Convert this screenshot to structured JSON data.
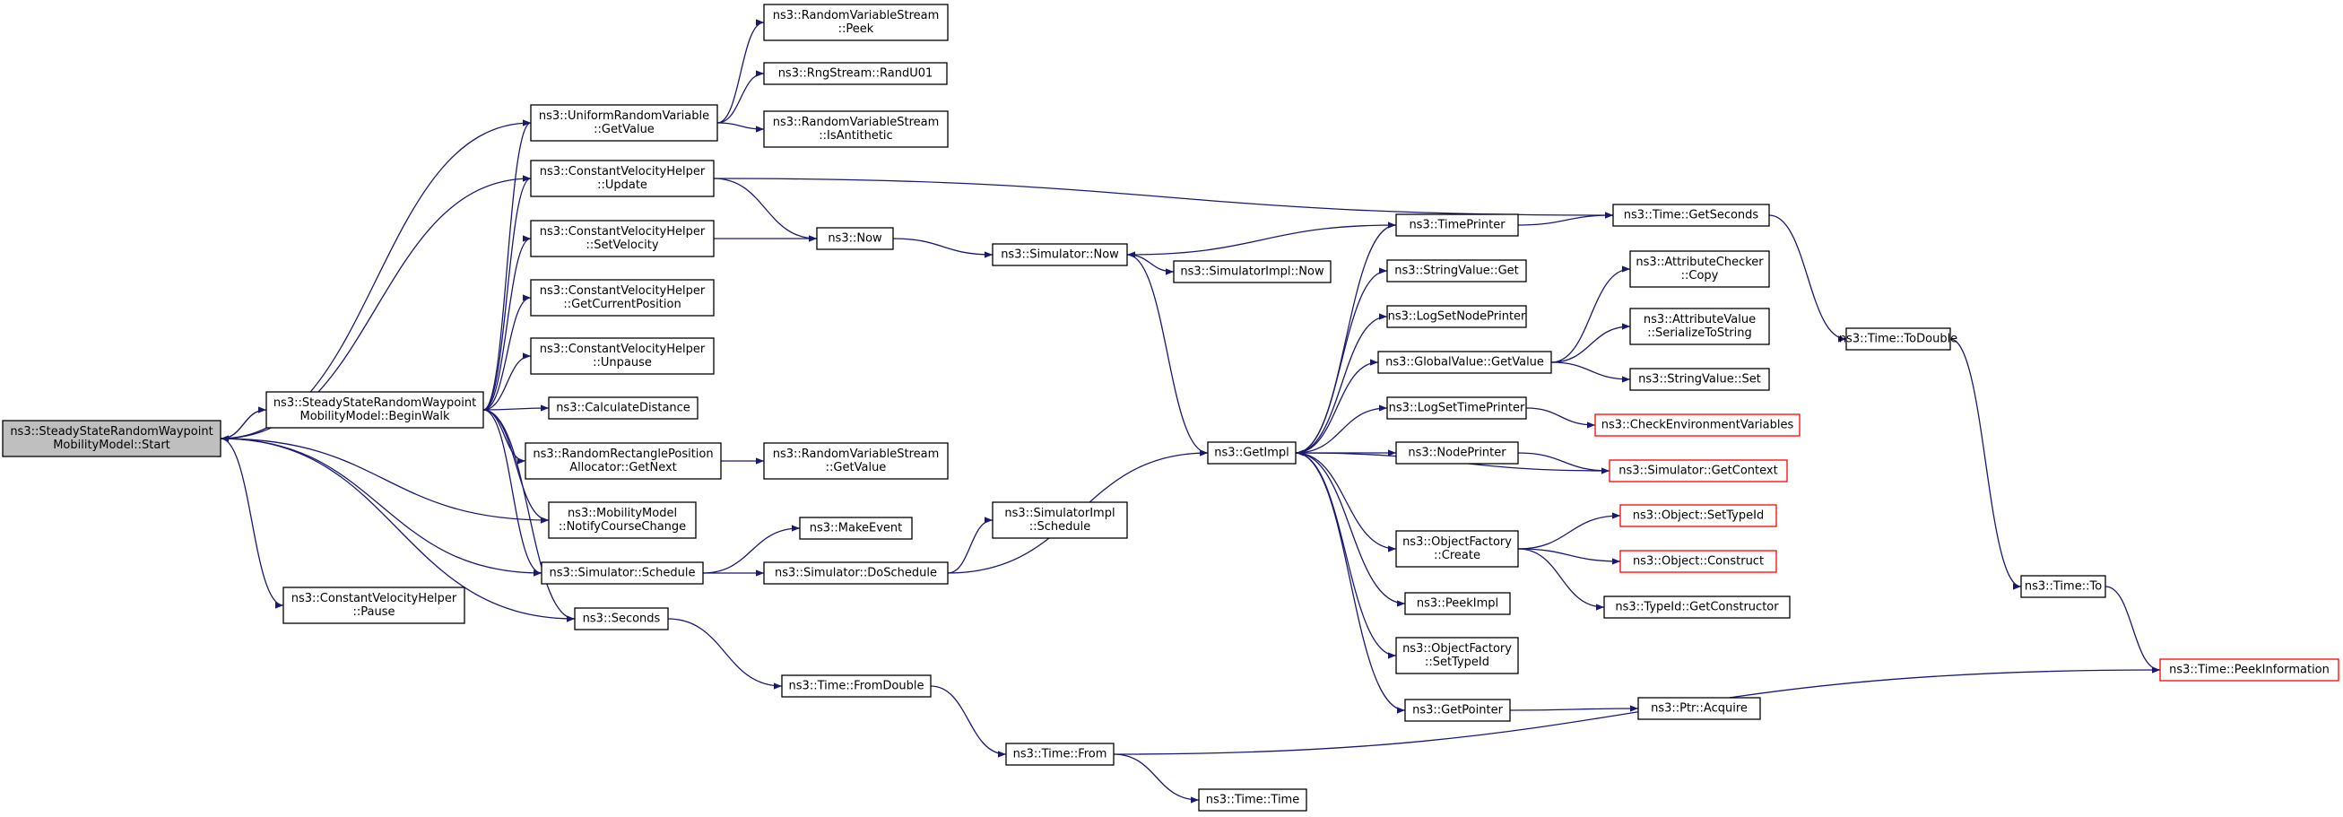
{
  "graph": {
    "edge_color": "#191970",
    "root_fill": "#bfbfbf",
    "external_border_color": "#ff0000",
    "nodes": [
      {
        "id": "start",
        "lines": [
          "ns3::SteadyStateRandomWaypoint",
          "MobilityModel::Start"
        ],
        "style": "root"
      },
      {
        "id": "beginwalk",
        "lines": [
          "ns3::SteadyStateRandomWaypoint",
          "MobilityModel::BeginWalk"
        ],
        "style": "normal"
      },
      {
        "id": "pause",
        "lines": [
          "ns3::ConstantVelocityHelper",
          "::Pause"
        ],
        "style": "normal"
      },
      {
        "id": "urv_getvalue",
        "lines": [
          "ns3::UniformRandomVariable",
          "::GetValue"
        ],
        "style": "normal"
      },
      {
        "id": "cvh_update",
        "lines": [
          "ns3::ConstantVelocityHelper",
          "::Update"
        ],
        "style": "normal"
      },
      {
        "id": "cvh_setvelocity",
        "lines": [
          "ns3::ConstantVelocityHelper",
          "::SetVelocity"
        ],
        "style": "normal"
      },
      {
        "id": "cvh_getcurrentposition",
        "lines": [
          "ns3::ConstantVelocityHelper",
          "::GetCurrentPosition"
        ],
        "style": "normal"
      },
      {
        "id": "cvh_unpause",
        "lines": [
          "ns3::ConstantVelocityHelper",
          "::Unpause"
        ],
        "style": "normal"
      },
      {
        "id": "calcdistance",
        "lines": [
          "ns3::CalculateDistance"
        ],
        "style": "normal"
      },
      {
        "id": "rrpa_getnext",
        "lines": [
          "ns3::RandomRectanglePosition",
          "Allocator::GetNext"
        ],
        "style": "normal"
      },
      {
        "id": "mm_notify",
        "lines": [
          "ns3::MobilityModel",
          "::NotifyCourseChange"
        ],
        "style": "normal"
      },
      {
        "id": "sim_schedule",
        "lines": [
          "ns3::Simulator::Schedule"
        ],
        "style": "normal"
      },
      {
        "id": "seconds",
        "lines": [
          "ns3::Seconds"
        ],
        "style": "normal"
      },
      {
        "id": "rvs_peek",
        "lines": [
          "ns3::RandomVariableStream",
          "::Peek"
        ],
        "style": "normal"
      },
      {
        "id": "rng_randu01",
        "lines": [
          "ns3::RngStream::RandU01"
        ],
        "style": "normal"
      },
      {
        "id": "rvs_isantithetic",
        "lines": [
          "ns3::RandomVariableStream",
          "::IsAntithetic"
        ],
        "style": "normal"
      },
      {
        "id": "now",
        "lines": [
          "ns3::Now"
        ],
        "style": "normal"
      },
      {
        "id": "rvs_getvalue",
        "lines": [
          "ns3::RandomVariableStream",
          "::GetValue"
        ],
        "style": "normal"
      },
      {
        "id": "makeevent",
        "lines": [
          "ns3::MakeEvent"
        ],
        "style": "normal"
      },
      {
        "id": "sim_doschedule",
        "lines": [
          "ns3::Simulator::DoSchedule"
        ],
        "style": "normal"
      },
      {
        "id": "time_fromdouble",
        "lines": [
          "ns3::Time::FromDouble"
        ],
        "style": "normal"
      },
      {
        "id": "sim_now",
        "lines": [
          "ns3::Simulator::Now"
        ],
        "style": "normal"
      },
      {
        "id": "simimpl_schedule",
        "lines": [
          "ns3::SimulatorImpl",
          "::Schedule"
        ],
        "style": "normal"
      },
      {
        "id": "time_from",
        "lines": [
          "ns3::Time::From"
        ],
        "style": "normal"
      },
      {
        "id": "simimpl_now",
        "lines": [
          "ns3::SimulatorImpl::Now"
        ],
        "style": "normal"
      },
      {
        "id": "getimpl",
        "lines": [
          "ns3::GetImpl"
        ],
        "style": "normal"
      },
      {
        "id": "time_time",
        "lines": [
          "ns3::Time::Time"
        ],
        "style": "normal"
      },
      {
        "id": "timeprinter",
        "lines": [
          "ns3::TimePrinter"
        ],
        "style": "normal"
      },
      {
        "id": "stringvalue_get",
        "lines": [
          "ns3::StringValue::Get"
        ],
        "style": "normal"
      },
      {
        "id": "logsetnodeprinter",
        "lines": [
          "ns3::LogSetNodePrinter"
        ],
        "style": "normal"
      },
      {
        "id": "globalvalue_getvalue",
        "lines": [
          "ns3::GlobalValue::GetValue"
        ],
        "style": "normal"
      },
      {
        "id": "logsettimeprinter",
        "lines": [
          "ns3::LogSetTimePrinter"
        ],
        "style": "normal"
      },
      {
        "id": "nodeprinter",
        "lines": [
          "ns3::NodePrinter"
        ],
        "style": "normal"
      },
      {
        "id": "objfactory_create",
        "lines": [
          "ns3::ObjectFactory",
          "::Create"
        ],
        "style": "normal"
      },
      {
        "id": "peekimpl",
        "lines": [
          "ns3::PeekImpl"
        ],
        "style": "normal"
      },
      {
        "id": "objfactory_settypeid",
        "lines": [
          "ns3::ObjectFactory",
          "::SetTypeId"
        ],
        "style": "normal"
      },
      {
        "id": "getpointer",
        "lines": [
          "ns3::GetPointer"
        ],
        "style": "normal"
      },
      {
        "id": "time_getseconds",
        "lines": [
          "ns3::Time::GetSeconds"
        ],
        "style": "normal"
      },
      {
        "id": "attrchecker_copy",
        "lines": [
          "ns3::AttributeChecker",
          "::Copy"
        ],
        "style": "normal"
      },
      {
        "id": "attrvalue_serialize",
        "lines": [
          "ns3::AttributeValue",
          "::SerializeToString"
        ],
        "style": "normal"
      },
      {
        "id": "stringvalue_set",
        "lines": [
          "ns3::StringValue::Set"
        ],
        "style": "normal"
      },
      {
        "id": "checkenv",
        "lines": [
          "ns3::CheckEnvironmentVariables"
        ],
        "style": "external"
      },
      {
        "id": "sim_getcontext",
        "lines": [
          "ns3::Simulator::GetContext"
        ],
        "style": "external"
      },
      {
        "id": "obj_settypeid",
        "lines": [
          "ns3::Object::SetTypeId"
        ],
        "style": "external"
      },
      {
        "id": "obj_construct",
        "lines": [
          "ns3::Object::Construct"
        ],
        "style": "external"
      },
      {
        "id": "typeid_getconstructor",
        "lines": [
          "ns3::TypeId::GetConstructor"
        ],
        "style": "normal"
      },
      {
        "id": "ptr_acquire",
        "lines": [
          "ns3::Ptr::Acquire"
        ],
        "style": "normal"
      },
      {
        "id": "time_todouble",
        "lines": [
          "ns3::Time::ToDouble"
        ],
        "style": "normal"
      },
      {
        "id": "time_to",
        "lines": [
          "ns3::Time::To"
        ],
        "style": "normal"
      },
      {
        "id": "time_peekinfo",
        "lines": [
          "ns3::Time::PeekInformation"
        ],
        "style": "external"
      }
    ],
    "edges": [
      [
        "start",
        "beginwalk"
      ],
      [
        "start",
        "pause"
      ],
      [
        "start",
        "urv_getvalue"
      ],
      [
        "start",
        "cvh_update"
      ],
      [
        "start",
        "mm_notify"
      ],
      [
        "start",
        "sim_schedule"
      ],
      [
        "start",
        "seconds"
      ],
      [
        "beginwalk",
        "start"
      ],
      [
        "beginwalk",
        "urv_getvalue"
      ],
      [
        "beginwalk",
        "cvh_update"
      ],
      [
        "beginwalk",
        "cvh_setvelocity"
      ],
      [
        "beginwalk",
        "cvh_getcurrentposition"
      ],
      [
        "beginwalk",
        "cvh_unpause"
      ],
      [
        "beginwalk",
        "calcdistance"
      ],
      [
        "beginwalk",
        "rrpa_getnext"
      ],
      [
        "beginwalk",
        "mm_notify"
      ],
      [
        "beginwalk",
        "sim_schedule"
      ],
      [
        "beginwalk",
        "seconds"
      ],
      [
        "urv_getvalue",
        "rvs_peek"
      ],
      [
        "urv_getvalue",
        "rng_randu01"
      ],
      [
        "urv_getvalue",
        "rvs_isantithetic"
      ],
      [
        "cvh_update",
        "now"
      ],
      [
        "cvh_update",
        "time_getseconds"
      ],
      [
        "cvh_setvelocity",
        "now"
      ],
      [
        "rrpa_getnext",
        "rvs_getvalue"
      ],
      [
        "sim_schedule",
        "makeevent"
      ],
      [
        "sim_schedule",
        "sim_doschedule"
      ],
      [
        "seconds",
        "time_fromdouble"
      ],
      [
        "now",
        "sim_now"
      ],
      [
        "sim_doschedule",
        "simimpl_schedule"
      ],
      [
        "sim_doschedule",
        "getimpl"
      ],
      [
        "time_fromdouble",
        "time_from"
      ],
      [
        "sim_now",
        "simimpl_now"
      ],
      [
        "sim_now",
        "getimpl"
      ],
      [
        "time_from",
        "time_time"
      ],
      [
        "time_from",
        "time_peekinfo"
      ],
      [
        "getimpl",
        "timeprinter"
      ],
      [
        "getimpl",
        "stringvalue_get"
      ],
      [
        "getimpl",
        "logsetnodeprinter"
      ],
      [
        "getimpl",
        "globalvalue_getvalue"
      ],
      [
        "getimpl",
        "logsettimeprinter"
      ],
      [
        "getimpl",
        "nodeprinter"
      ],
      [
        "getimpl",
        "objfactory_create"
      ],
      [
        "getimpl",
        "peekimpl"
      ],
      [
        "getimpl",
        "objfactory_settypeid"
      ],
      [
        "getimpl",
        "getpointer"
      ],
      [
        "timeprinter",
        "sim_now"
      ],
      [
        "timeprinter",
        "time_getseconds"
      ],
      [
        "globalvalue_getvalue",
        "attrchecker_copy"
      ],
      [
        "globalvalue_getvalue",
        "attrvalue_serialize"
      ],
      [
        "globalvalue_getvalue",
        "stringvalue_set"
      ],
      [
        "logsettimeprinter",
        "checkenv"
      ],
      [
        "nodeprinter",
        "sim_getcontext"
      ],
      [
        "sim_getcontext",
        "getimpl"
      ],
      [
        "objfactory_create",
        "obj_settypeid"
      ],
      [
        "objfactory_create",
        "obj_construct"
      ],
      [
        "objfactory_create",
        "typeid_getconstructor"
      ],
      [
        "getpointer",
        "ptr_acquire"
      ],
      [
        "time_getseconds",
        "time_todouble"
      ],
      [
        "time_todouble",
        "time_to"
      ],
      [
        "time_to",
        "time_peekinfo"
      ]
    ]
  }
}
